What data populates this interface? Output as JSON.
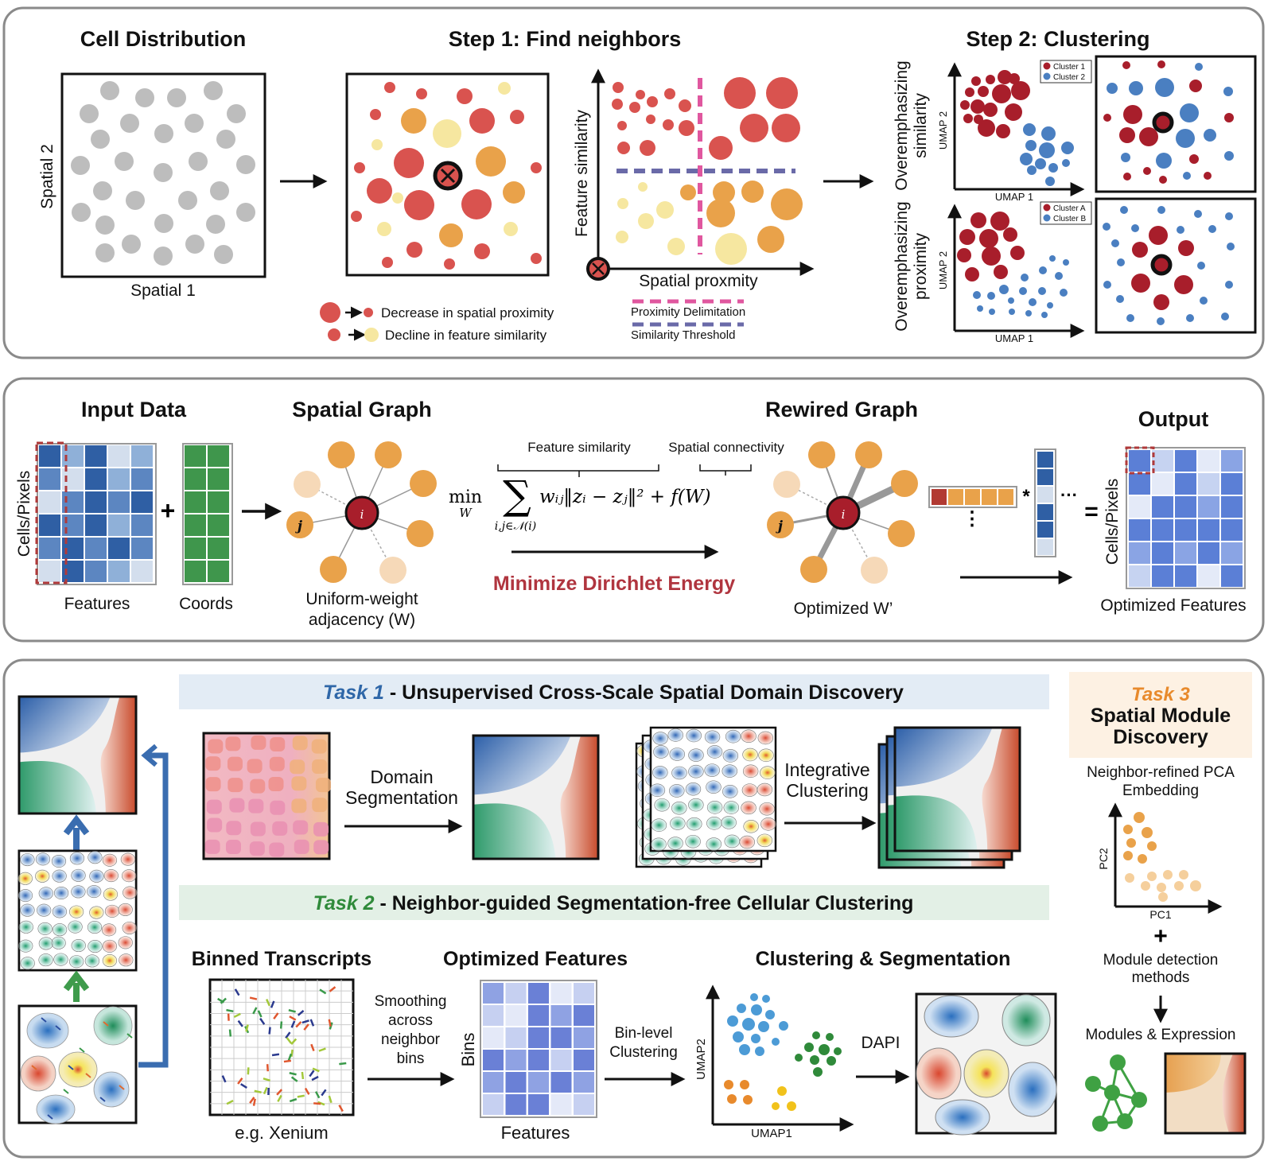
{
  "colors": {
    "red": "#d9534f",
    "dark_red": "#a81e2b",
    "orange": "#e9a24a",
    "light_yellow": "#f6e7a0",
    "gray_cell": "#bdbdbd",
    "pink_dash": "#e0579f",
    "purple_dash": "#6a6aa8",
    "blue": "#4a7fc1",
    "cell_blue": "#3e6fb2",
    "green": "#4a9b55",
    "task1_color": "#2f67a8",
    "task2_color": "#2f8a3a",
    "task3_color": "#e88a2c",
    "task1_bg": "#e3ecf5",
    "task2_bg": "#e3f0e6",
    "task3_bg": "#fdf1e3"
  },
  "panel_a": {
    "cell_distribution": {
      "title": "Cell Distribution",
      "xlabel": "Spatial 1",
      "ylabel": "Spatial 2"
    },
    "step1": {
      "title": "Step 1: Find neighbors",
      "xlabel": "Spatial proxmity",
      "ylabel": "Feature similarity",
      "legend_decrease": "Decrease in spatial proximity",
      "legend_decline": "Decline in feature similarity",
      "line_proximity": "Proximity Delimitation",
      "line_similarity": "Similarity Threshold"
    },
    "step2": {
      "title": "Step 2: Clustering",
      "row1_label_1": "Overemphasizing",
      "row1_label_2": "similarity",
      "row2_label_1": "Overemphasizing",
      "row2_label_2": "proximity",
      "umap1": "UMAP 1",
      "umap2": "UMAP 2",
      "legend1": [
        "Cluster 1",
        "Cluster 2"
      ],
      "legend2": [
        "Cluster A",
        "Cluster B"
      ]
    }
  },
  "panel_b": {
    "input_title": "Input Data",
    "features_label": "Features",
    "coords_label": "Coords",
    "cells_label": "Cells/Pixels",
    "spatial_graph_title": "Spatial Graph",
    "uniform_label_1": "Uniform-weight",
    "uniform_label_2": "adjacency (W)",
    "feature_similarity": "Feature similarity",
    "spatial_connectivity": "Spatial connectivity",
    "minimize": "Minimize Dirichlet Energy",
    "rewired_title": "Rewired Graph",
    "optimized_w": "Optimized W’",
    "output_title": "Output",
    "output_label": "Optimized Features",
    "node_i": "i",
    "node_j": "j",
    "plus": "+",
    "equals": "=",
    "star": "*",
    "ellipsis": "···",
    "vdots": "⋮",
    "min_text": "min",
    "min_sub": "W",
    "sum_sub": "i,j∈𝒩(i)",
    "formula": "wᵢⱼ‖zᵢ − zⱼ‖² + f(W)"
  },
  "panel_c": {
    "task1_num": "Task 1",
    "task1_text": " - Unsupervised Cross-Scale Spatial Domain Discovery",
    "domain_seg_1": "Domain",
    "domain_seg_2": "Segmentation",
    "integrative_1": "Integrative",
    "integrative_2": "Clustering",
    "task2_num": "Task 2",
    "task2_text": " - Neighbor-guided Segmentation-free Cellular Clustering",
    "binned_title": "Binned Transcripts",
    "xenium": "e.g. Xenium",
    "smoothing": [
      "Smoothing",
      "across",
      "neighbor",
      "bins"
    ],
    "optimized_title": "Optimized Features",
    "bins_label": "Bins",
    "features_label": "Features",
    "bin_level": [
      "Bin-level",
      "Clustering"
    ],
    "clustering_title": "Clustering & Segmentation",
    "umap1": "UMAP1",
    "umap2": "UMAP2",
    "dapi": "DAPI",
    "task3_num": "Task 3",
    "task3_title_1": "Spatial Module",
    "task3_title_2": "Discovery",
    "pca_1": "Neighbor-refined PCA",
    "pca_2": "Embedding",
    "pc1": "PC1",
    "pc2": "PC2",
    "plus": "+",
    "module_1": "Module detection",
    "module_2": "methods",
    "modules_expr": "Modules & Expression"
  }
}
